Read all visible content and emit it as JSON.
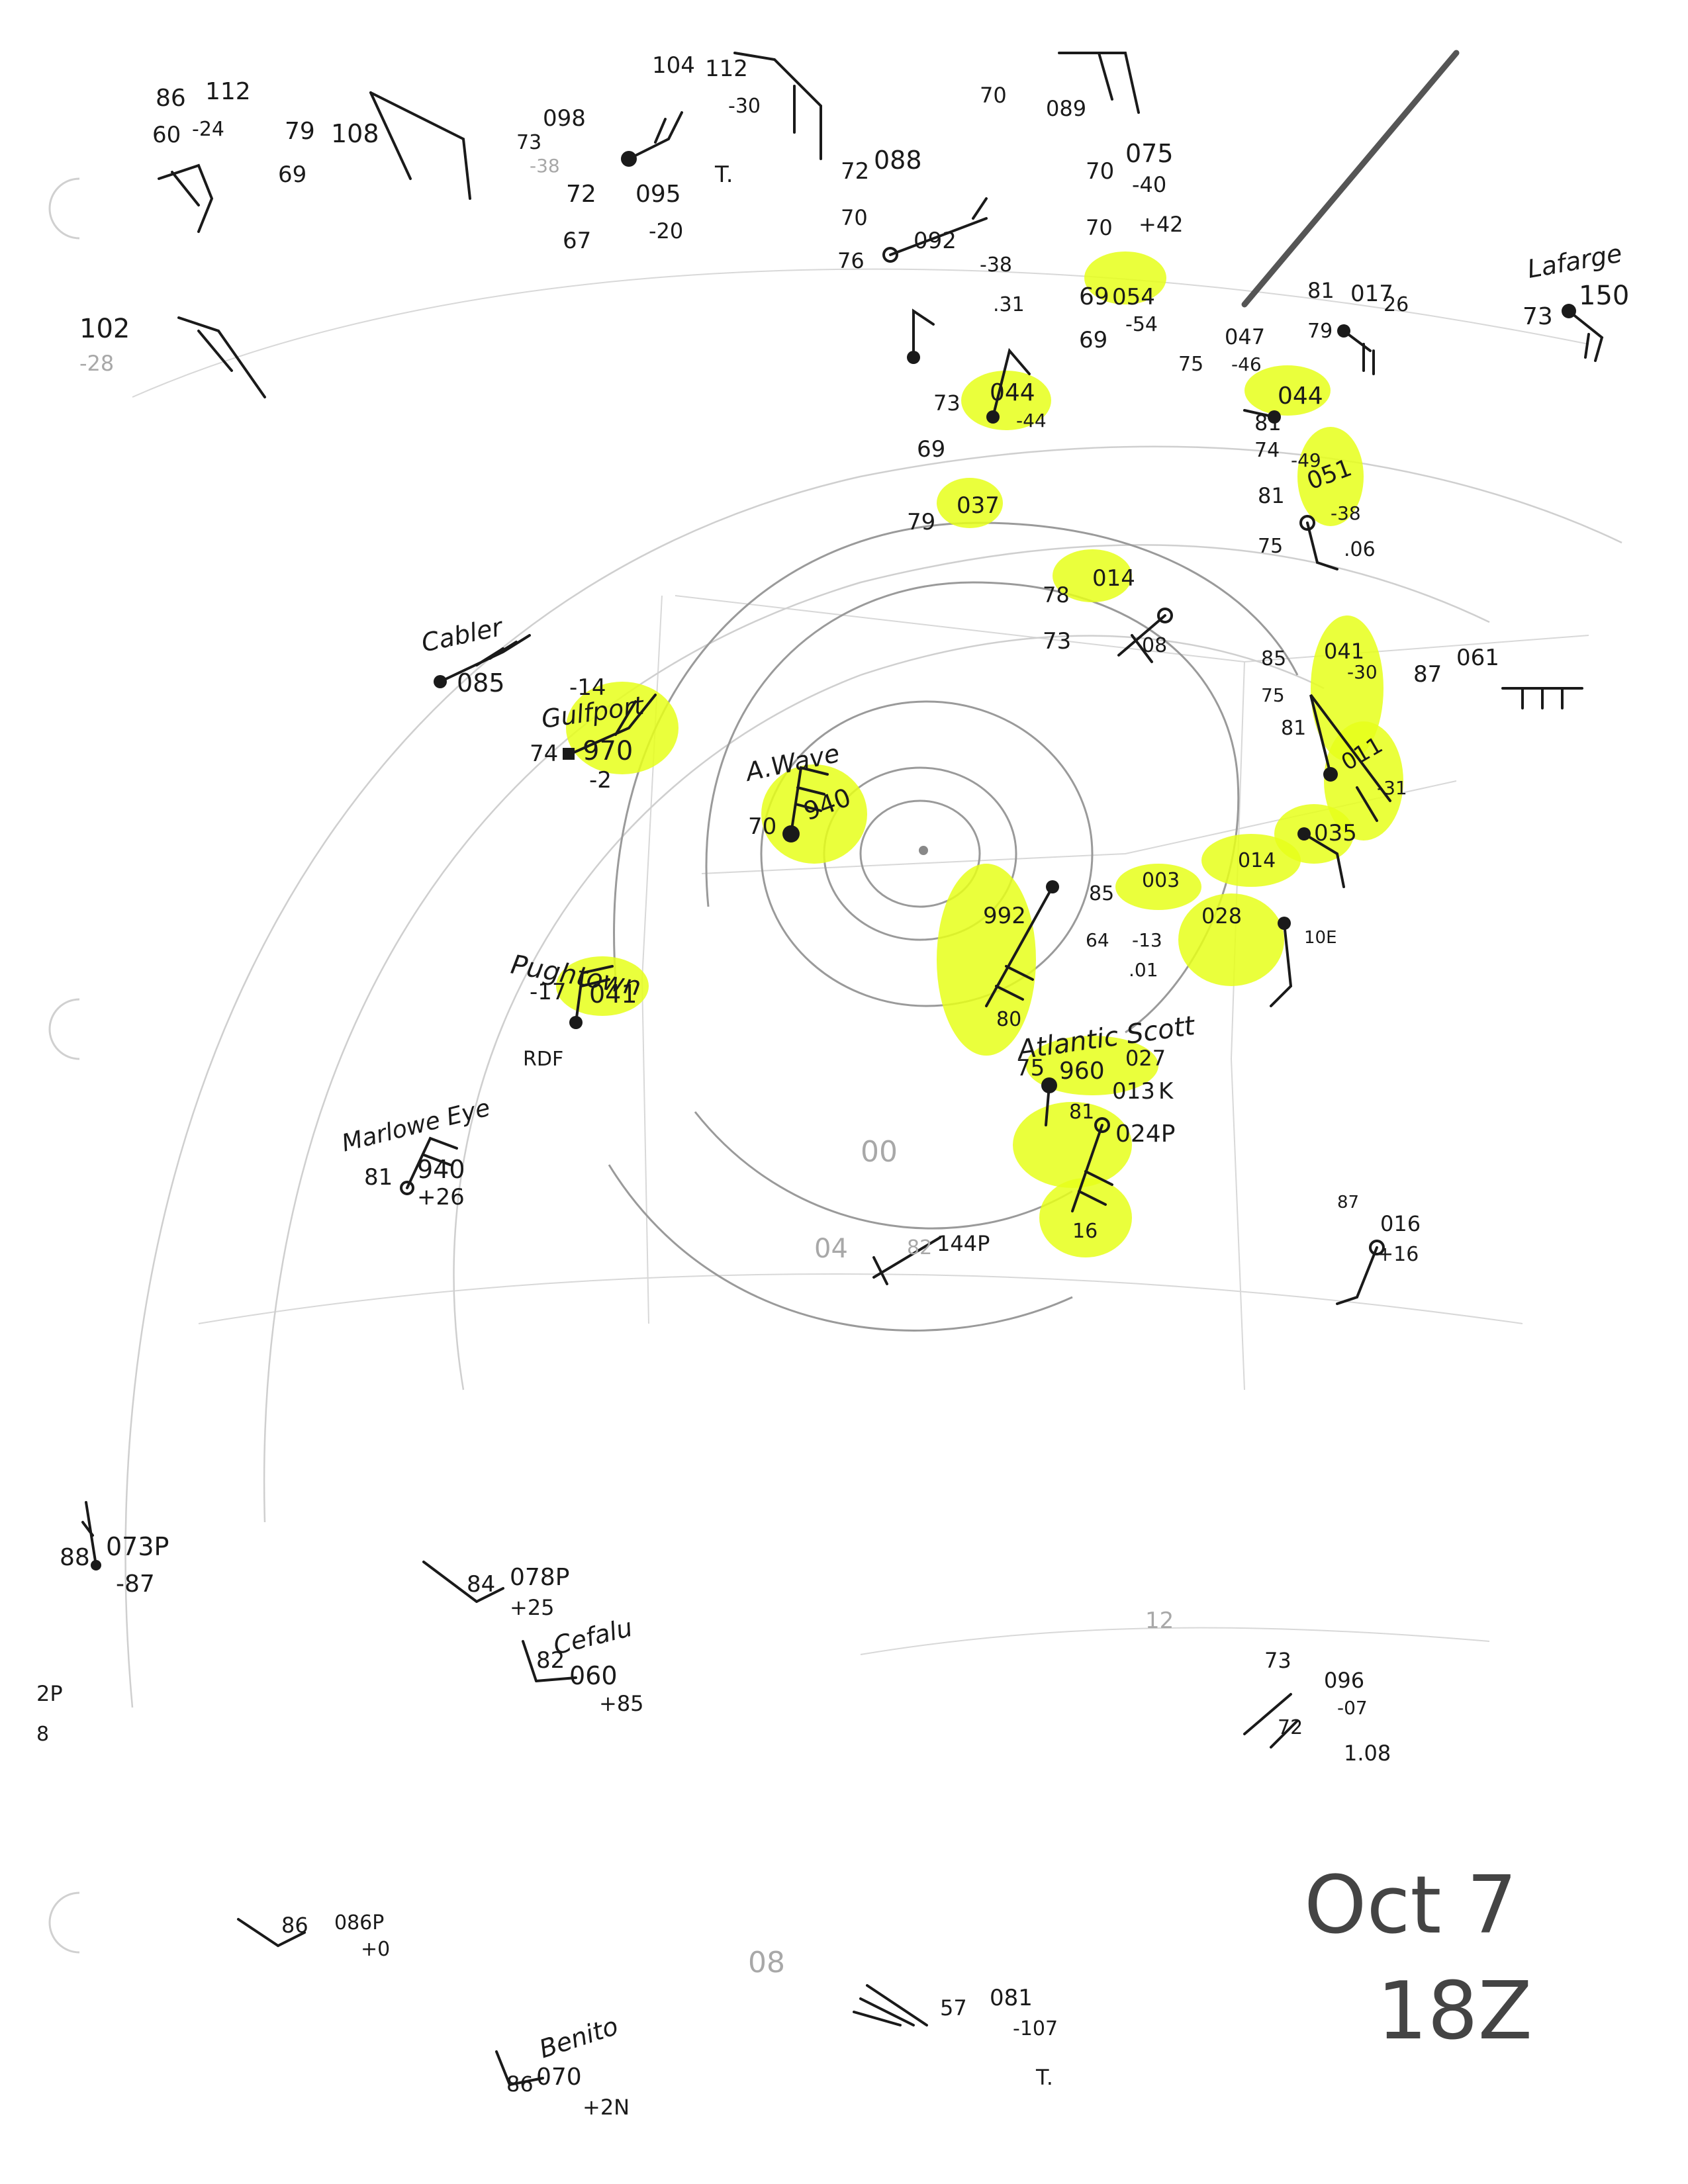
{
  "colors": {
    "ink": "#1a1a1a",
    "highlight": "#e6ff1a",
    "isobar": "#9a9a9a",
    "background": "#ffffff"
  },
  "title": {
    "date": "Oct 7",
    "time": "18Z"
  },
  "stations": [
    {
      "name": "Lafarge",
      "pressure": "150",
      "temp": "73",
      "highlighted": false
    },
    {
      "name": "Cabler",
      "pressure": "085",
      "temp": "",
      "highlighted": false
    },
    {
      "name": "Gulfport",
      "pressure": "970",
      "temp": "74",
      "tendency": "-2",
      "highlighted": true
    },
    {
      "name": "A.Wave",
      "pressure": "940",
      "temp": "70",
      "highlighted": true
    },
    {
      "name": "Pughtown",
      "pressure": "041",
      "temp": "",
      "tendency": "-17",
      "highlighted": true,
      "note": "RDF"
    },
    {
      "name": "Marlowe Eye",
      "pressure": "940",
      "temp": "81",
      "tendency": "+26",
      "highlighted": false
    },
    {
      "name": "Atlantic Scott",
      "pressure": "960",
      "temp": "75",
      "highlighted": true
    },
    {
      "name": "Cefalu",
      "pressure": "060",
      "temp": "82",
      "tendency": "+85",
      "highlighted": false
    },
    {
      "name": "Benito",
      "pressure": "070",
      "temp": "86",
      "tendency": "+2N",
      "highlighted": false
    }
  ],
  "plots": [
    {
      "pressure": "112",
      "temp": "86",
      "dew": "60",
      "tendency": "-24",
      "highlighted": false
    },
    {
      "pressure": "108",
      "temp": "79",
      "dew": "69",
      "highlighted": false
    },
    {
      "pressure": "102",
      "temp": "",
      "tendency": "-28",
      "highlighted": false
    },
    {
      "pressure": "098",
      "temp": "73",
      "tendency": "-38",
      "highlighted": false
    },
    {
      "pressure": "095",
      "temp": "72",
      "dew": "67",
      "tendency": "-20",
      "weather": "T.",
      "highlighted": false
    },
    {
      "pressure": "112",
      "temp": "104",
      "tendency": "-30",
      "highlighted": false
    },
    {
      "pressure": "089",
      "temp": "70",
      "highlighted": false
    },
    {
      "pressure": "088",
      "temp": "72",
      "dew": "70",
      "highlighted": false
    },
    {
      "pressure": "092",
      "temp": "76",
      "tendency": "-38",
      "rain": ".31",
      "highlighted": false
    },
    {
      "pressure": "075",
      "temp": "70",
      "dew": "70",
      "tendency": "-40",
      "rain": "+42",
      "highlighted": false
    },
    {
      "pressure": "054",
      "temp": "69",
      "dew": "69",
      "tendency": "-54",
      "highlighted": true
    },
    {
      "pressure": "047",
      "temp": "75",
      "tendency": "-46",
      "highlighted": false
    },
    {
      "pressure": "017",
      "temp": "81",
      "dew": "79",
      "tendency": "26",
      "highlighted": false
    },
    {
      "pressure": "044",
      "temp": "73",
      "dew": "69",
      "tendency": "-44",
      "highlighted": true
    },
    {
      "pressure": "044",
      "temp": "81",
      "dew": "74",
      "tendency": "-49",
      "highlighted": true
    },
    {
      "pressure": "051",
      "temp": "81",
      "dew": "75",
      "tendency": "-38",
      "rain": ".06",
      "highlighted": true
    },
    {
      "pressure": "037",
      "temp": "79",
      "highlighted": true
    },
    {
      "pressure": "014",
      "temp": "78",
      "dew": "73",
      "tendency": "08",
      "highlighted": true
    },
    {
      "pressure": "041",
      "temp": "85",
      "dew": "75",
      "tendency": "-30",
      "highlighted": true
    },
    {
      "pressure": "061",
      "temp": "87",
      "highlighted": false
    },
    {
      "pressure": "011",
      "temp": "81",
      "tendency": "-31",
      "highlighted": true
    },
    {
      "pressure": "035",
      "temp": "",
      "highlighted": true
    },
    {
      "pressure": "014",
      "temp": "",
      "highlighted": true
    },
    {
      "pressure": "992",
      "temp": "",
      "tendency": "80",
      "highlighted": true
    },
    {
      "pressure": "003",
      "temp": "85",
      "dew": "64",
      "tendency": "-13",
      "rain": ".01",
      "highlighted": true
    },
    {
      "pressure": "028",
      "temp": "",
      "tendency": "10E",
      "highlighted": true
    },
    {
      "pressure": "027",
      "temp": "",
      "highlighted": true
    },
    {
      "pressure": "013",
      "temp": "",
      "note": "K",
      "highlighted": false
    },
    {
      "pressure": "024P",
      "temp": "81",
      "tendency": "16",
      "highlighted": true
    },
    {
      "pressure": "144P",
      "temp": "82",
      "highlighted": false
    },
    {
      "pressure": "016",
      "temp": "87",
      "tendency": "+16",
      "highlighted": false
    },
    {
      "pressure": "073P",
      "temp": "88",
      "tendency": "-87",
      "highlighted": false
    },
    {
      "pressure": "078P",
      "temp": "84",
      "tendency": "+25",
      "highlighted": false
    },
    {
      "pressure": "096",
      "temp": "73",
      "dew": "72",
      "tendency": "-07",
      "rain": "1.08",
      "highlighted": false
    },
    {
      "pressure": "086P",
      "temp": "86",
      "tendency": "+0",
      "highlighted": false
    },
    {
      "pressure": "081",
      "temp": "57",
      "tendency": "-107",
      "weather": "T.",
      "highlighted": false
    },
    {
      "pressure": "2P",
      "temp": "",
      "tendency": "8",
      "highlighted": false
    }
  ],
  "isobar_labels": [
    "00",
    "08",
    "04",
    "12"
  ]
}
